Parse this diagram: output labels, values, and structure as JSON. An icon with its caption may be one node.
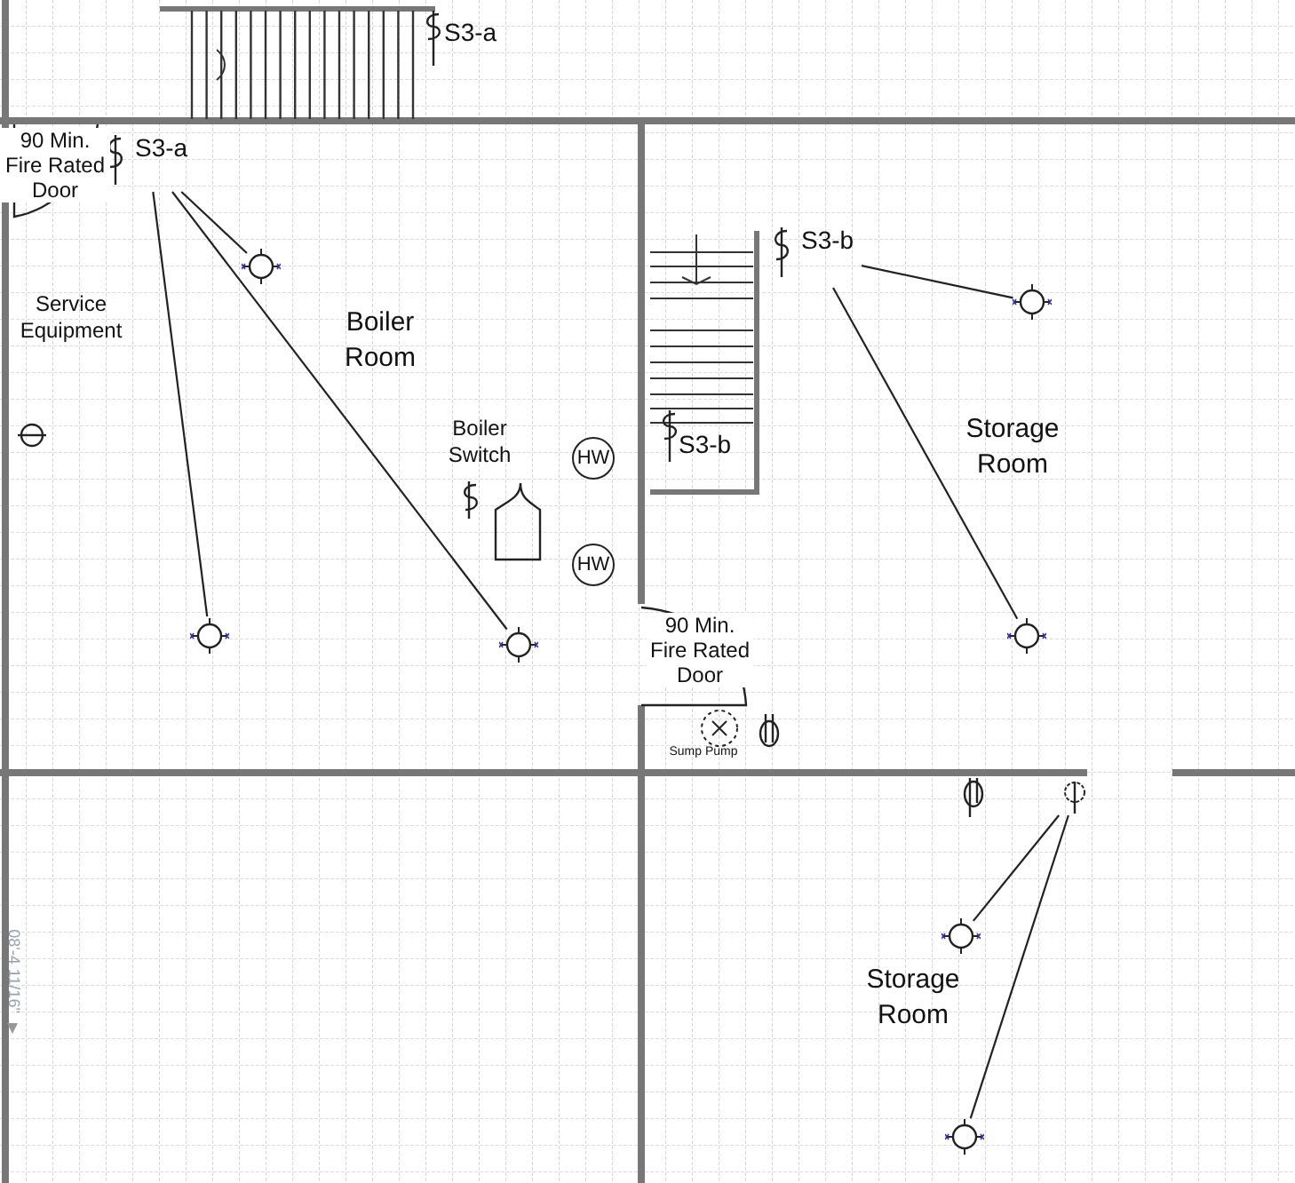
{
  "diagram": {
    "nodes": [
      {
        "text": [
          "S3-a"
        ]
      },
      {
        "text": [],
        "shape": "circle"
      },
      {
        "text": [],
        "shape": "circle"
      },
      {
        "text": [],
        "shape": "circle"
      },
      {
        "text": [
          "S3-b"
        ]
      },
      {
        "text": [],
        "shape": "circle"
      },
      {
        "text": [],
        "shape": "circle"
      },
      {
        "text": [],
        "shape": "switch"
      },
      {
        "text": [],
        "shape": "circle"
      },
      {
        "text": [],
        "shape": "circle"
      },
      {
        "text": [
          "HW"
        ]
      },
      {
        "text": [
          "HW"
        ]
      }
    ],
    "edges": [
      {
        "from": 0,
        "to": 1,
        "arrow": "none"
      },
      {
        "from": 0,
        "to": 2,
        "arrow": "none"
      },
      {
        "from": 0,
        "to": 3,
        "arrow": "none"
      },
      {
        "from": 4,
        "to": 5,
        "arrow": "none"
      },
      {
        "from": 4,
        "to": 6,
        "arrow": "none"
      },
      {
        "from": 7,
        "to": 8,
        "arrow": "none"
      },
      {
        "from": 7,
        "to": 9,
        "arrow": "none"
      }
    ],
    "labels": [
      "S3-a",
      "90 Min. Fire Rated Door",
      "Service Equipment",
      "Boiler Room",
      "Boiler Switch",
      "S3-b",
      "Storage Room",
      "90 Min. Fire Rated Door",
      "Sump Pump",
      "08'-4 11/16\"",
      "Storage Room"
    ]
  }
}
